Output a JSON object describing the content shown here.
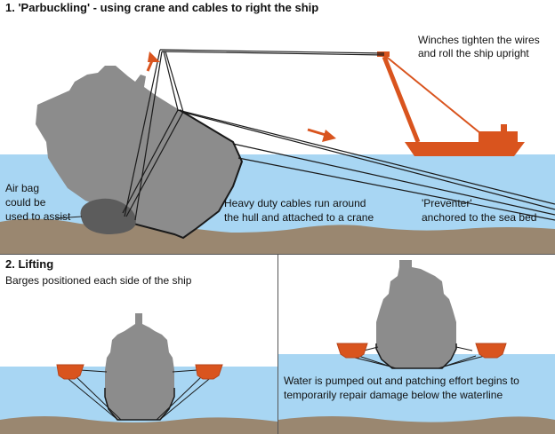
{
  "panel1": {
    "title": "1. 'Parbuckling' - using crane and cables to right the ship",
    "winch_line1": "Winches tighten the wires",
    "winch_line2": "and roll the ship upright",
    "airbag_line1": "Air bag",
    "airbag_line2": "could be",
    "airbag_line3": "used to assist",
    "cables_line1": "Heavy duty cables run around",
    "cables_line2": "the hull and attached to a crane",
    "preventer_line1": "'Preventer'",
    "preventer_line2": "anchored to the sea bed"
  },
  "panel2": {
    "title": "2. Lifting",
    "subtitle": "Barges positioned each side of the ship"
  },
  "panel3": {
    "caption_line1": "Water is pumped out and patching effort begins to",
    "caption_line2": "temporarily repair damage below the waterline"
  },
  "colors": {
    "water": "#a8d6f3",
    "seabed": "#9a8770",
    "ship": "#8c8c8c",
    "hull_outline": "#1a1a1a",
    "crane_orange": "#d9541e",
    "airbag": "#5c5c5c"
  },
  "icons": [
    "arrow-up-icon",
    "arrow-right-icon"
  ]
}
